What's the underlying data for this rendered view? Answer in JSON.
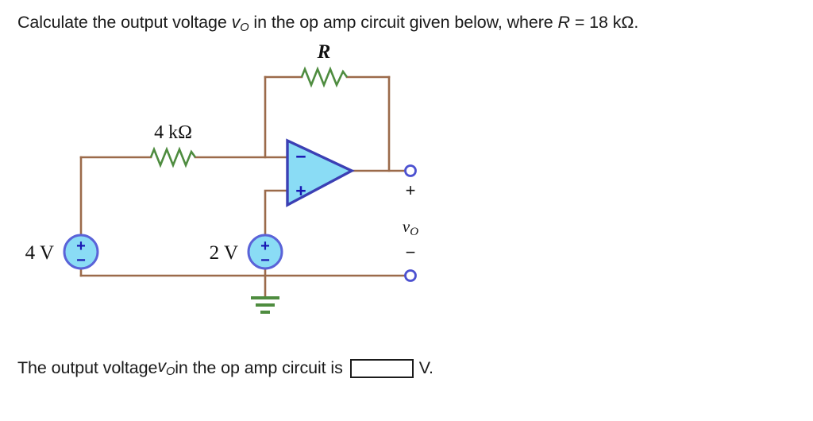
{
  "question": {
    "prefix": "Calculate the output voltage ",
    "symbol": "v",
    "symbol_sub": "O",
    "middle": " in the op amp circuit given below, where ",
    "param_symbol": "R",
    "param_value": "= 18 kΩ."
  },
  "answer": {
    "prefix": "The output voltage ",
    "symbol": "v",
    "symbol_sub": "O",
    "middle": " in the op amp circuit is ",
    "input_value": "",
    "input_placeholder": "",
    "unit": "V."
  },
  "circuit": {
    "title": "inverting op amp circuit with two voltage sources",
    "labels": {
      "feedback_resistor": "R",
      "input_resistor": "4 kΩ",
      "source_left": "4 V",
      "source_right": "2 V",
      "output_plus": "+",
      "output_minus": "−",
      "output_symbol": "v",
      "output_symbol_sub": "O",
      "opamp_inverting": "−",
      "opamp_noninverting": "+",
      "source_terminal_plus": "+",
      "source_terminal_minus": "−"
    },
    "colors": {
      "wire": "#9b6a4a",
      "resistor": "#4e8c3f",
      "ground": "#4e8c3f",
      "opamp_fill": "#8adcf5",
      "opamp_stroke": "#3b3fb4",
      "source_fill": "#8adcf5",
      "source_stroke": "#5a63d8",
      "terminal_stroke": "#4c51d0",
      "text": "#1a1a1a",
      "symbol": "#1a1ab4"
    }
  }
}
